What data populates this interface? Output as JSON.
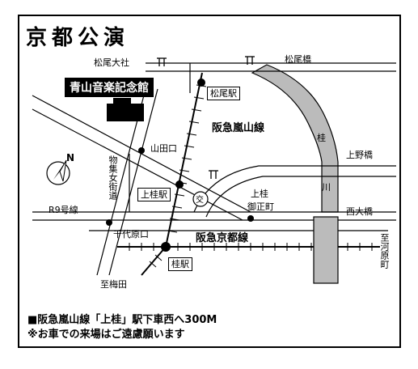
{
  "title": "京都公演",
  "venue": "青山音楽記念館",
  "stations": {
    "matsuo": "松尾駅",
    "kamikatsura": "上桂駅",
    "katsura": "桂駅"
  },
  "lines": {
    "arashiyama": "阪急嵐山線",
    "kyoto": "阪急京都線"
  },
  "places": {
    "matsuo_taisha": "松尾大社",
    "matsuo_bridge": "松尾橋",
    "kamino_bridge": "上野橋",
    "onishi_bridge": "西大橋",
    "yamadaguchi": "山田口",
    "kamikatsura_gojomachi_1": "上桂",
    "kamikatsura_gojomachi_2": "御正町",
    "chiyo_hara": "千代原口",
    "r9": "R9号線",
    "mono_street": "物集女街道",
    "to_umeda": "至梅田",
    "to_kawaramachi": "至河原町",
    "katsura_river": "桂",
    "kawa": "川"
  },
  "compass": "N",
  "footer": {
    "line1": "■阪急嵐山線「上桂」駅下車西へ300M",
    "line2": "※お車での来場はご遠慮願います"
  }
}
